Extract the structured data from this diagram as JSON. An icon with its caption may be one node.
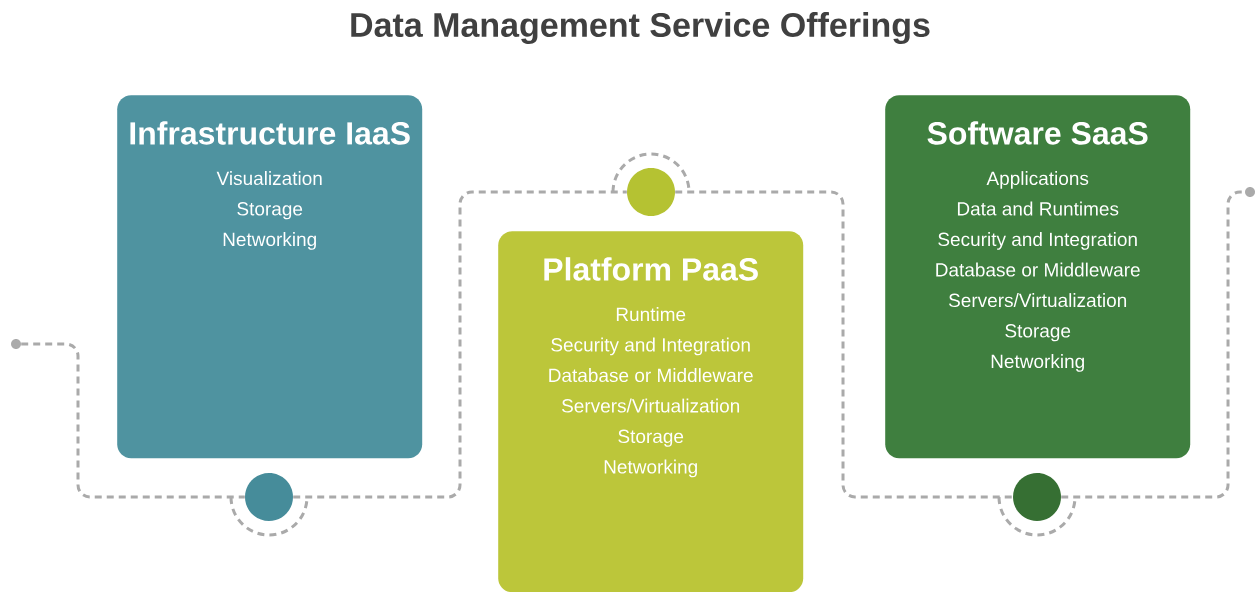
{
  "diagram": {
    "title": "Data Management Service Offerings",
    "nodes": [
      {
        "text": [
          "Infrastructure IaaS",
          "Visualization",
          "Storage",
          "Networking"
        ]
      },
      {
        "text": [
          "Platform PaaS",
          "Runtime",
          "Security and Integration",
          "Database or Middleware",
          "Servers/Virtualization",
          "Storage",
          "Networking"
        ]
      },
      {
        "text": [
          "Software SaaS",
          "Applications",
          "Data and Runtimes",
          "Security and Integration",
          "Database or Middleware",
          "Servers/Virtualization",
          "Storage",
          "Networking"
        ]
      },
      {
        "text": [],
        "shape": "circle"
      },
      {
        "text": [],
        "shape": "circle"
      },
      {
        "text": [],
        "shape": "circle"
      },
      {
        "text": [],
        "shape": "circle"
      },
      {
        "text": [],
        "shape": "circle"
      }
    ],
    "edges": [
      {
        "from": 3,
        "to": 4,
        "arrow": "none",
        "style": "dashed"
      },
      {
        "from": 4,
        "to": 5,
        "arrow": "none",
        "style": "dashed"
      },
      {
        "from": 5,
        "to": 6,
        "arrow": "none",
        "style": "dashed"
      },
      {
        "from": 6,
        "to": 7,
        "arrow": "none",
        "style": "dashed"
      }
    ]
  }
}
